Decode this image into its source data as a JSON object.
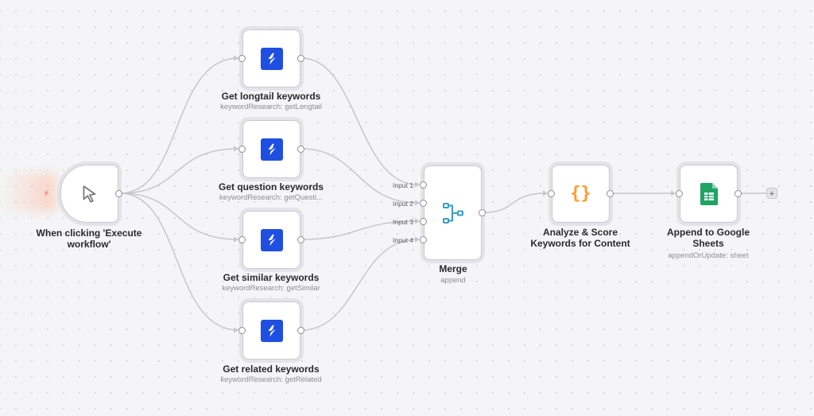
{
  "canvas": {
    "trigger_bolt_color": "#ff6d5a",
    "keyword_icon_color": "#1f4fe0",
    "code_icon_color": "#ff9b29",
    "sheets_icon_color": "#1fa463",
    "merge_icon_color": "#3a9ec2"
  },
  "nodes": {
    "trigger": {
      "title": "When clicking 'Execute workflow'",
      "icon": "cursor-icon"
    },
    "longtail": {
      "title": "Get longtail keywords",
      "subtitle": "keywordResearch: getLongtail",
      "icon": "keyword-tool-icon"
    },
    "question": {
      "title": "Get question keywords",
      "subtitle": "keywordResearch: getQuesti...",
      "icon": "keyword-tool-icon"
    },
    "similar": {
      "title": "Get similar keywords",
      "subtitle": "keywordResearch: getSimilar",
      "icon": "keyword-tool-icon"
    },
    "related": {
      "title": "Get related keywords",
      "subtitle": "keywordResearch: getRelated",
      "icon": "keyword-tool-icon"
    },
    "merge": {
      "title": "Merge",
      "subtitle": "append",
      "icon": "merge-icon",
      "inputs": [
        "Input 1",
        "Input 2",
        "Input 3",
        "Input 4"
      ]
    },
    "analyze": {
      "title": "Analyze & Score Keywords for Content",
      "icon": "code-braces-icon"
    },
    "sheets": {
      "title": "Append to Google Sheets",
      "subtitle": "appendOrUpdate: sheet",
      "icon": "google-sheets-icon"
    }
  },
  "add_button": "+"
}
